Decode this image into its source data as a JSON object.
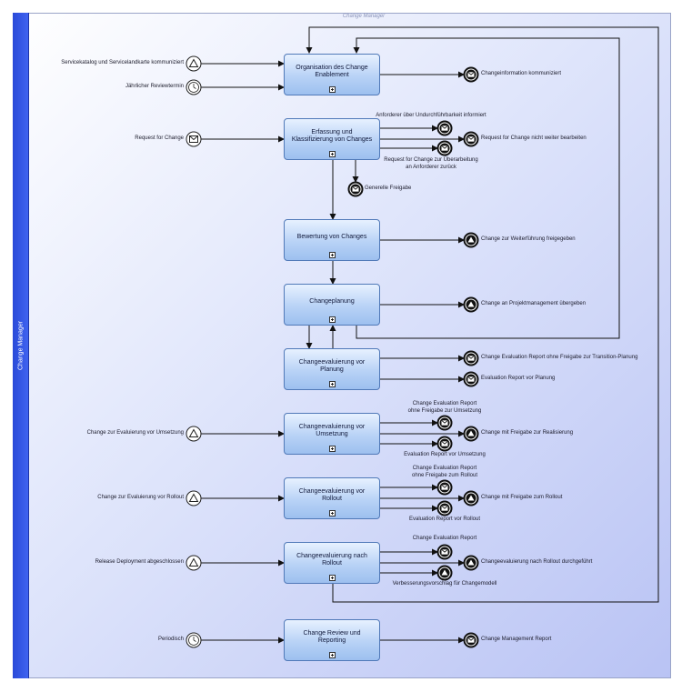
{
  "pool_title": "Change Manager",
  "lane_label": "Change Manager",
  "tasks": {
    "organisation": "Organisation des Change Enablement",
    "erfassung": "Erfassung und Klassifizierung von Changes",
    "bewertung": "Bewertung von Changes",
    "changeplanung": "Changeplanung",
    "eval_planung": "Changeevaluierung vor Planung",
    "eval_umsetzung": "Changeevaluierung vor Umsetzung",
    "eval_rollout": "Changeevaluierung vor Rollout",
    "eval_nach_rollout": "Changeevaluierung nach Rollout",
    "review": "Change Review und Reporting"
  },
  "start_events": {
    "servicekatalog": "Servicekatalog und Servicelandkarte kommuniziert",
    "jaehrlich": "Jährlicher Reviewtermin",
    "rfc": "Request for Change",
    "eval_umsetzung": "Change zur Evaluierung vor Umsetzung",
    "eval_rollout": "Change zur Evaluierung vor Rollout",
    "release": "Release Deployment abgeschlossen",
    "periodisch": "Periodisch"
  },
  "end_events": {
    "changeinformation": "Changeinformation kommuniziert",
    "anforderer": "Anforderer über Undurchführbarkeit informiert",
    "nicht_weiter": "Request for Change nicht weiter bearbeiten",
    "ueberarbeitung": "Request for Change zur Überarbeitung\nan Anforderer zurück",
    "generelle": "Generelle Freigabe",
    "weiterfuehrung": "Change zur Weiterführung freigegeben",
    "projektmanagement": "Change an Projektmanagement übergeben",
    "ohne_transition": "Change Evaluation Report ohne Freigabe zur Transition-Planung",
    "report_planung": "Evaluation Report vor Planung",
    "ohne_umsetzung": "Change Evaluation Report\nohne Freigabe zur Umsetzung",
    "mit_realisierung": "Change mit Freigabe zur Realisierung",
    "report_umsetzung": "Evaluation Report vor Umsetzung",
    "ohne_rollout": "Change Evaluation Report\nohne Freigabe zum Rollout",
    "mit_rollout": "Change mit Freigabe zum Rollout",
    "report_rollout": "Evaluation Report vor Rollout",
    "cer": "Change Evaluation Report",
    "nach_rollout_durch": "Changeevaluierung nach Rollout durchgeführt",
    "verbesserung": "Verbesserungsvorschlag für Changemodell",
    "management_report": "Change Management Report"
  },
  "event_icons": {
    "start_signal": "triangle-icon",
    "start_timer": "clock-icon",
    "start_message": "envelope-icon",
    "end_message": "envelope-icon",
    "end_signal": "triangle-icon"
  },
  "colors": {
    "lane_strip": "#3355e0",
    "task_fill": "#b8d2f6",
    "task_border": "#5079b8",
    "pool_gradient_end": "#b9c3f4"
  }
}
